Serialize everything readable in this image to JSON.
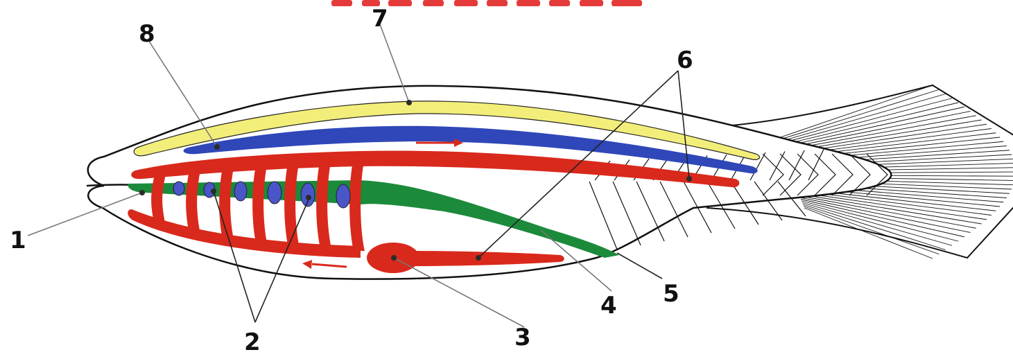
{
  "labels": {
    "label_1": "1",
    "label_2": "2",
    "label_3": "3",
    "label_4": "4",
    "label_5": "5",
    "label_6": "6",
    "label_7": "7",
    "label_8": "8"
  },
  "colors": {
    "blood_vessels": "#d9291c",
    "dorsal_nerve_cord": "#f3ee7a",
    "notochord": "#2f47b8",
    "gut": "#1b8a3a",
    "outline": "#111111",
    "background": "#ffffff",
    "top_title_fragment": "#e53a3a"
  }
}
